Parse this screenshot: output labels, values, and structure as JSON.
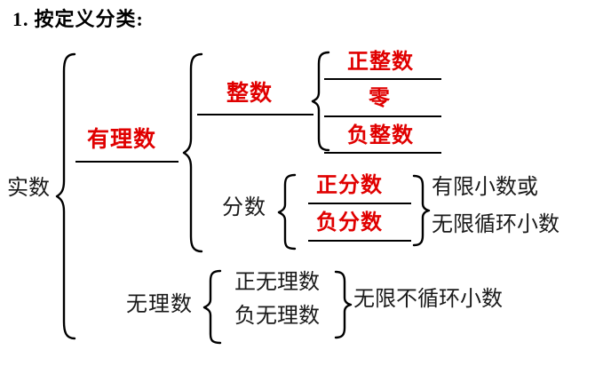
{
  "title": {
    "number": "1.",
    "text": "按定义分类:"
  },
  "diagram": {
    "root": {
      "label": "实数",
      "color": "#1a1a1a",
      "underlined": false
    },
    "branches": [
      {
        "label": "有理数",
        "color": "#e00000",
        "underlined": true,
        "children": [
          {
            "label": "整数",
            "color": "#e00000",
            "underlined": true,
            "children": [
              {
                "label": "正整数",
                "color": "#e00000",
                "underlined": true
              },
              {
                "label": "零",
                "color": "#e00000",
                "underlined": true
              },
              {
                "label": "负整数",
                "color": "#e00000",
                "underlined": true
              }
            ]
          },
          {
            "label": "分数",
            "color": "#1a1a1a",
            "underlined": false,
            "children": [
              {
                "label": "正分数",
                "color": "#e00000",
                "underlined": true
              },
              {
                "label": "负分数",
                "color": "#e00000",
                "underlined": true
              }
            ],
            "annotations": [
              {
                "label": "有限小数或",
                "color": "#1a1a1a"
              },
              {
                "label": "无限循环小数",
                "color": "#1a1a1a"
              }
            ]
          }
        ]
      },
      {
        "label": "无理数",
        "color": "#1a1a1a",
        "underlined": false,
        "children": [
          {
            "label": "正无理数",
            "color": "#1a1a1a",
            "underlined": false
          },
          {
            "label": "负无理数",
            "color": "#1a1a1a",
            "underlined": false
          }
        ],
        "annotations": [
          {
            "label": "无限不循环小数",
            "color": "#1a1a1a"
          }
        ]
      }
    ]
  },
  "colors": {
    "highlight": "#e00000",
    "text": "#1a1a1a",
    "rule": "#000000",
    "background": "#ffffff"
  }
}
